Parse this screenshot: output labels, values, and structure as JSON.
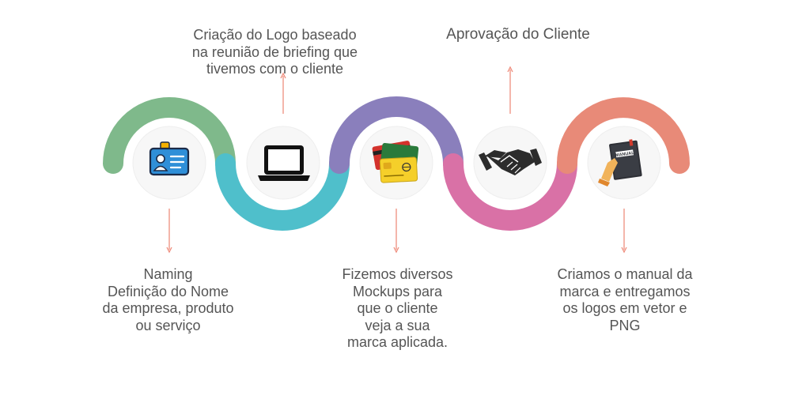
{
  "colors": {
    "green": "#7fb98b",
    "teal": "#4fbfcb",
    "purple": "#8a7fbc",
    "pink": "#d971a6",
    "salmon": "#e88a78",
    "connector": "#ef8e7e",
    "circle_fill": "#f7f7f7",
    "text": "#555555"
  },
  "steps": [
    {
      "icon": "id-card-icon",
      "caption_position": "bottom",
      "caption_lines": [
        "Naming",
        "Definição do Nome",
        "da empresa, produto",
        "ou serviço"
      ]
    },
    {
      "icon": "laptop-icon",
      "caption_position": "top",
      "caption_lines": [
        "Criação do Logo baseado",
        "na reunião de briefing que",
        "tivemos com o cliente"
      ]
    },
    {
      "icon": "cards-icon",
      "caption_position": "bottom",
      "caption_lines": [
        "Fizemos diversos",
        "Mockups para",
        "que o cliente",
        "veja a sua",
        "marca aplicada."
      ]
    },
    {
      "icon": "handshake-icon",
      "caption_position": "top",
      "caption_lines": [
        "Aprovação do Cliente"
      ]
    },
    {
      "icon": "manual-book-icon",
      "caption_position": "bottom",
      "caption_lines": [
        "Criamos o manual da",
        "marca e entregamos",
        "os logos em vetor e",
        "PNG"
      ],
      "book_label": "MANUAL"
    }
  ]
}
